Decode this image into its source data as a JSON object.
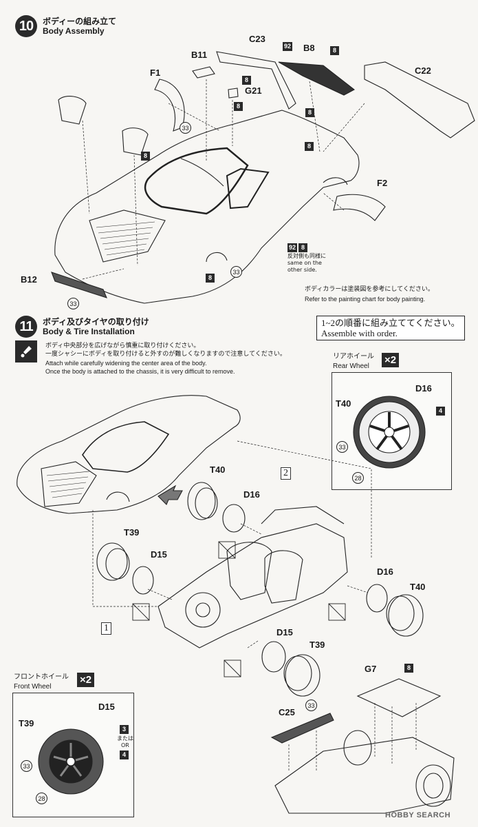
{
  "step10": {
    "number": "10",
    "title_jp": "ボディーの組み立て",
    "title_en": "Body Assembly",
    "parts": {
      "C23": "C23",
      "B8": "B8",
      "B11": "B11",
      "F1": "F1",
      "G21": "G21",
      "C22": "C22",
      "F2": "F2",
      "B12": "B12"
    },
    "codes": {
      "c92a": "92",
      "c8a": "8",
      "c8b": "8",
      "c8c": "8",
      "c8d": "8",
      "c8e": "8",
      "c8f": "8",
      "c8g": "8",
      "c33a": "33",
      "c33b": "33",
      "c33c": "33",
      "c92b": "92"
    },
    "other_side_jp": "反対側も同様に",
    "other_side_en1": "same on the",
    "other_side_en2": "other side.",
    "paint_note_jp": "ボディカラーは塗装図を参考にしてください。",
    "paint_note_en": "Refer to the painting chart for body painting."
  },
  "step11": {
    "number": "11",
    "title_jp": "ボディ及びタイヤの取り付け",
    "title_en": "Body & Tire Installation",
    "caution_jp1": "ボディ中央部分を広げながら慎重に取り付けください。",
    "caution_jp2": "一度シャシーにボディを取り付けると外すのが難しくなりますので注意してください。",
    "caution_en1": "Attach while carefully widening the center area of the body.",
    "caution_en2": "Once the body is attached to the chassis, it is very difficult to remove.",
    "order_jp": "1~2の順番に組み立ててください。",
    "order_en": "Assemble with order.",
    "seq1": "1",
    "seq2": "2",
    "parts": {
      "T40a": "T40",
      "D16a": "D16",
      "T39a": "T39",
      "D15a": "D15",
      "D16b": "D16",
      "T40b": "T40",
      "D15b": "D15",
      "T39b": "T39",
      "G7": "G7",
      "C25": "C25"
    },
    "codes": {
      "c8": "8",
      "c33": "33"
    }
  },
  "rear_wheel": {
    "label_jp": "リアホイール",
    "label_en": "Rear Wheel",
    "multiplier": "×2",
    "T40": "T40",
    "D16": "D16",
    "c4": "4",
    "c33": "33",
    "c28": "28"
  },
  "front_wheel": {
    "label_jp": "フロントホイール",
    "label_en": "Front Wheel",
    "multiplier": "×2",
    "D15": "D15",
    "T39": "T39",
    "c3": "3",
    "or_jp": "または",
    "or_en": "OR",
    "c4": "4",
    "c33": "33",
    "c28": "28"
  },
  "watermark": "HOBBY SEARCH"
}
